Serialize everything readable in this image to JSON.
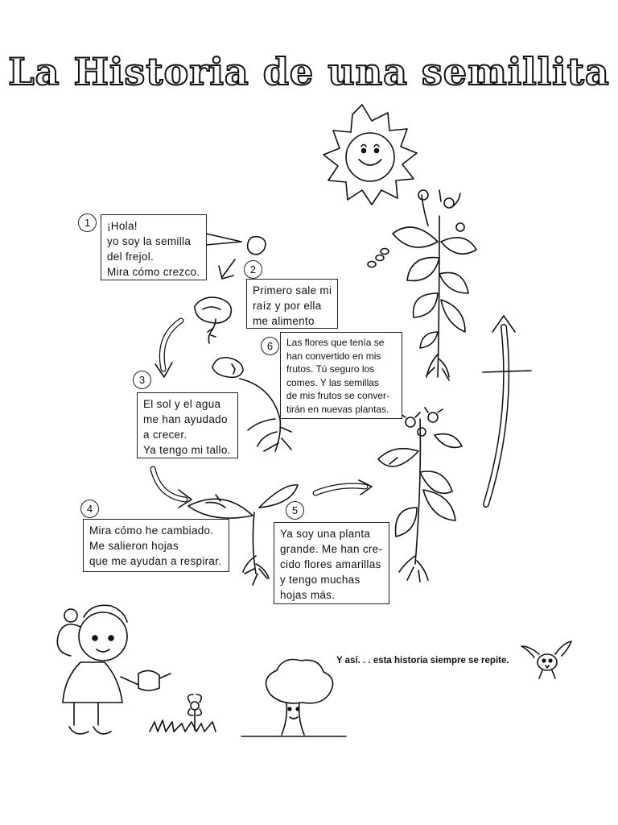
{
  "title": "La Historia de una semillita",
  "steps": [
    {
      "number": "1",
      "lines": [
        "¡Hola!",
        "yo soy la semilla",
        "del frejol.",
        "Mira cómo crezco."
      ]
    },
    {
      "number": "2",
      "lines": [
        "Primero sale mi",
        "raíz y por ella",
        "me alimento"
      ]
    },
    {
      "number": "3",
      "lines": [
        "El sol y el agua",
        "me han ayudado",
        "a crecer.",
        "Ya tengo mi tallo."
      ]
    },
    {
      "number": "4",
      "lines": [
        "Mira cómo he cambiado.",
        "Me salieron hojas",
        "que me ayudan a respirar."
      ]
    },
    {
      "number": "5",
      "lines": [
        "Ya soy una planta",
        "grande. Me han cre-",
        "cido flores amarillas",
        "y tengo muchas",
        "hojas más."
      ]
    },
    {
      "number": "6",
      "lines": [
        "Las flores que tenía se",
        "han convertido en mis",
        "frutos. Tú seguro los",
        "comes. Y las semillas",
        "de mis frutos se conver-",
        "tirán en nuevas plantas."
      ]
    }
  ],
  "footer_text": "Y así. . . esta historia siempre se repite.",
  "illustrations": [
    "sun-icon",
    "seed-icon",
    "sprouting-seed-icon",
    "seedling-icon",
    "young-plant-icon",
    "flowering-plant-icon",
    "mature-plant-icon",
    "seeds-icon",
    "cycle-arrow-icon",
    "girl-watering-icon",
    "flower-icon",
    "tree-icon",
    "bird-icon"
  ]
}
